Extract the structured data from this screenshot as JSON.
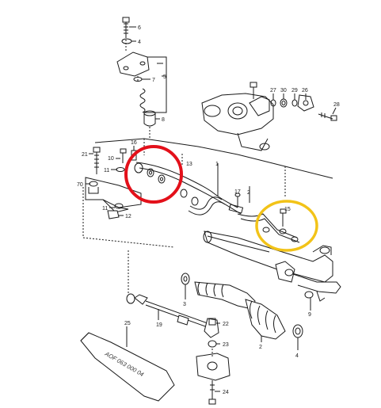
{
  "diagram": {
    "callouts": [
      {
        "id": "6",
        "label": "6"
      },
      {
        "id": "4a",
        "label": "4"
      },
      {
        "id": "5",
        "label": "5"
      },
      {
        "id": "7",
        "label": "7"
      },
      {
        "id": "8",
        "label": "8"
      },
      {
        "id": "27",
        "label": "27"
      },
      {
        "id": "30",
        "label": "30"
      },
      {
        "id": "29",
        "label": "29"
      },
      {
        "id": "26",
        "label": "26"
      },
      {
        "id": "28",
        "label": "28"
      },
      {
        "id": "16",
        "label": "16"
      },
      {
        "id": "21",
        "label": "21"
      },
      {
        "id": "10",
        "label": "10"
      },
      {
        "id": "11a",
        "label": "11"
      },
      {
        "id": "70",
        "label": "70"
      },
      {
        "id": "11b",
        "label": "11"
      },
      {
        "id": "12",
        "label": "12"
      },
      {
        "id": "13",
        "label": "13"
      },
      {
        "id": "1",
        "label": "1"
      },
      {
        "id": "17",
        "label": "17"
      },
      {
        "id": "2a",
        "label": "2"
      },
      {
        "id": "15",
        "label": "15"
      },
      {
        "id": "3",
        "label": "3"
      },
      {
        "id": "9",
        "label": "9"
      },
      {
        "id": "19",
        "label": "19"
      },
      {
        "id": "22",
        "label": "22"
      },
      {
        "id": "23",
        "label": "23"
      },
      {
        "id": "2b",
        "label": "2"
      },
      {
        "id": "4b",
        "label": "4"
      },
      {
        "id": "25",
        "label": "25"
      },
      {
        "id": "24",
        "label": "24"
      }
    ],
    "tube_text": "AOF 063 000 04",
    "highlight_colors": {
      "red": "#e3101a",
      "yellow": "#f2c318"
    }
  }
}
